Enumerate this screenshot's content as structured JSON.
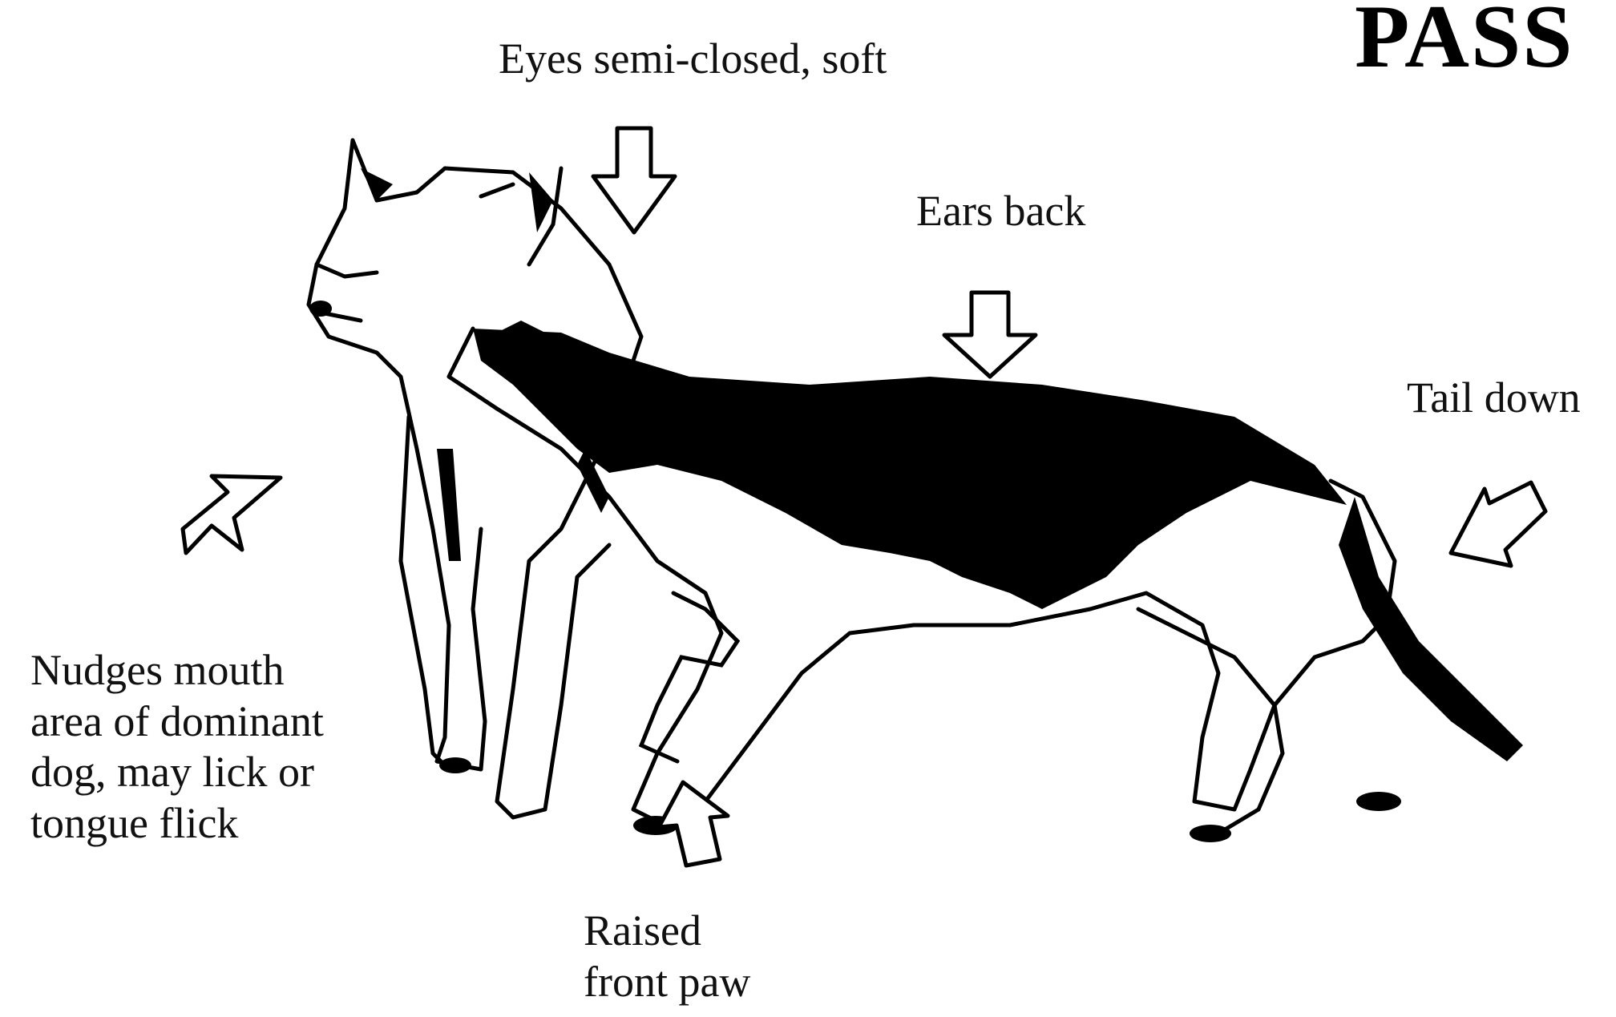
{
  "title": "PASS",
  "labels": {
    "eyes": "Eyes semi-closed, soft",
    "ears": "Ears back",
    "tail": "Tail down",
    "nudges": [
      "Nudges mouth",
      "area of dominant",
      "dog, may lick or",
      "tongue flick"
    ],
    "paw": [
      "Raised",
      "front paw"
    ]
  },
  "colors": {
    "ink": "#000000",
    "paper": "#ffffff"
  }
}
